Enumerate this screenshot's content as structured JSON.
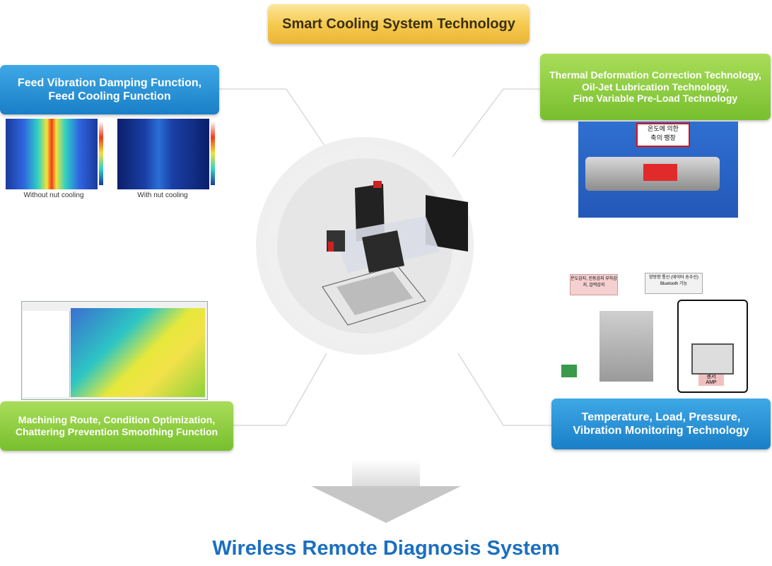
{
  "title": "Smart Cooling System Technology",
  "feed_label": {
    "line1": "Feed Vibration Damping Function,",
    "line2": "Feed Cooling Function"
  },
  "thermal_label": {
    "line1": "Thermal Deformation Correction Technology,",
    "line2": "Oil-Jet Lubrication Technology,",
    "line3": "Fine Variable Pre-Load Technology"
  },
  "machining_label": {
    "line1": "Machining Route, Condition Optimization,",
    "line2": "Chattering Prevention Smoothing Function"
  },
  "monitoring_label": {
    "line1": "Temperature, Load, Pressure,",
    "line2": "Vibration Monitoring Technology"
  },
  "thermo_images": {
    "caption_left": "Without nut cooling",
    "caption_right": "With nut cooling"
  },
  "spindle_image": {
    "kr_line1": "온도에 의한",
    "kr_line2": "축의 팽창"
  },
  "monitor_image": {
    "box1": "온도감지, 진동감지 부하감지, 압력감지",
    "box2": "양방향 통신 (데이터 송수신) Bluetooth 기능",
    "sensor": "센서",
    "amp": "AMP"
  },
  "bottom_title": "Wireless Remote Diagnosis System",
  "colors": {
    "blue": "#1a7fc7",
    "green": "#78bf2e",
    "gold": "#f5c84a",
    "title_blue": "#1b6fc0"
  }
}
